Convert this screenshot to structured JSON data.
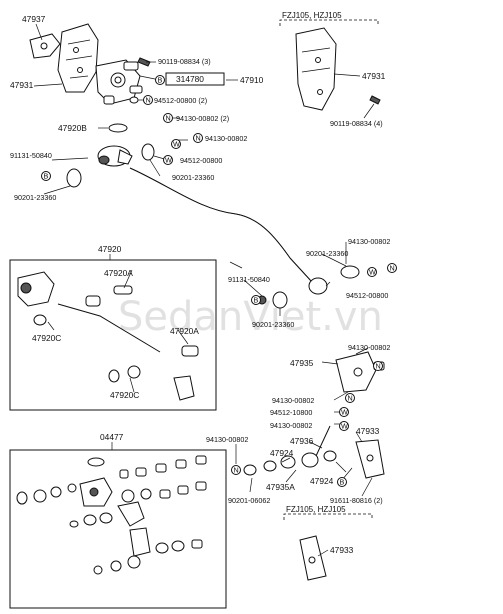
{
  "diagram": {
    "watermark": "SedanViet.vn",
    "variant_headers": {
      "top_right": "FZJ105, HZJ105",
      "bottom_right": "FZJ105, HZJ105"
    },
    "boxes": {
      "assembly_47920": "47920",
      "kit_04477": "04477"
    },
    "labels": {
      "l47937": "47937",
      "l47931_left": "47931",
      "l90119_3": "90119-08834 (3)",
      "l314780": "314780",
      "l47910": "47910",
      "l94512_2": "94512-00800 (2)",
      "l94130_2": "94130-00802 (2)",
      "l47920B": "47920B",
      "l94130_a": "94130-00802",
      "l91131_a": "91131-50840",
      "l94512_a": "94512-00800",
      "l90201_a": "90201-23360",
      "l90201_b": "90201-23360",
      "l47931_right": "47931",
      "l90119_4": "90119-08834 (4)",
      "l47920": "47920",
      "l47920A_1": "47920A",
      "l47920C_1": "47920C",
      "l47920A_2": "47920A",
      "l47920C_2": "47920C",
      "l94130_b": "94130-00802",
      "l90201_c": "90201-23360",
      "l91131_b": "91131-50840",
      "l94512_b": "94512-00800",
      "l90201_d": "90201-23360",
      "l47935": "47935",
      "l94130_c": "94130-00802",
      "l94130_d": "94130-00802",
      "l94512_c": "94512-10800",
      "l94130_e": "94130-00802",
      "l47933_a": "47933",
      "l94130_f": "94130-00802",
      "l47924_a": "47924",
      "l47936": "47936",
      "l47935A": "47935A",
      "l47924_b": "47924",
      "l90201_e": "90201-06062",
      "l91611_2": "91611-80816 (2)",
      "l04477": "04477",
      "l47933_b": "47933"
    },
    "callout_letters": {
      "b1": "B",
      "n1": "N",
      "w1": "W",
      "n2": "N",
      "w2": "W",
      "b2": "B",
      "w3": "W",
      "n3": "N",
      "b3": "B",
      "n4": "N",
      "w4": "W",
      "n5": "N",
      "n6": "N",
      "w5": "W",
      "b4": "B"
    }
  }
}
